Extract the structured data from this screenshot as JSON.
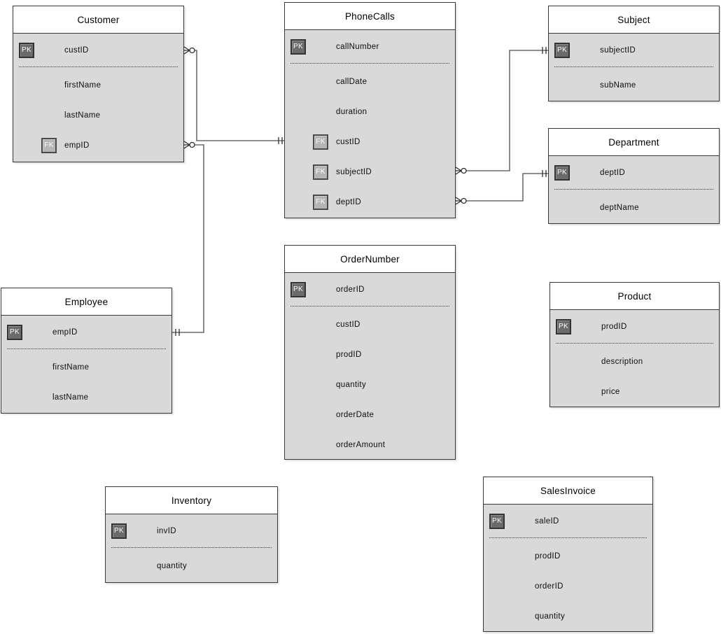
{
  "diagram_type": "entity-relationship-diagram",
  "colors": {
    "background": "#ffffff",
    "table_body": "#d9d9d9",
    "table_header": "#ffffff",
    "table_border": "#383838",
    "connector": "#4d4d4d",
    "pk_badge_bg": "#6b6b6b",
    "fk_badge_bg": "#b5b5b5",
    "badge_text": "#ffffff"
  },
  "tables": [
    {
      "name": "Customer",
      "fields": [
        {
          "key": "PK",
          "label": "custID"
        },
        {
          "label": "firstName"
        },
        {
          "label": "lastName"
        },
        {
          "key": "FK",
          "label": "empID"
        }
      ]
    },
    {
      "name": "PhoneCalls",
      "fields": [
        {
          "key": "PK",
          "label": "callNumber"
        },
        {
          "label": "callDate"
        },
        {
          "label": "duration"
        },
        {
          "key": "FK",
          "label": "custID"
        },
        {
          "key": "FK",
          "label": "subjectID"
        },
        {
          "key": "FK",
          "label": "deptID"
        }
      ]
    },
    {
      "name": "Subject",
      "fields": [
        {
          "key": "PK",
          "label": "subjectID"
        },
        {
          "label": "subName"
        }
      ]
    },
    {
      "name": "Department",
      "fields": [
        {
          "key": "PK",
          "label": "deptID"
        },
        {
          "label": "deptName"
        }
      ]
    },
    {
      "name": "Employee",
      "fields": [
        {
          "key": "PK",
          "label": "empID"
        },
        {
          "label": "firstName"
        },
        {
          "label": "lastName"
        }
      ]
    },
    {
      "name": "OrderNumber",
      "fields": [
        {
          "key": "PK",
          "label": "orderID"
        },
        {
          "label": "custID"
        },
        {
          "label": "prodID"
        },
        {
          "label": "quantity"
        },
        {
          "label": "orderDate"
        },
        {
          "label": "orderAmount"
        }
      ]
    },
    {
      "name": "Product",
      "fields": [
        {
          "key": "PK",
          "label": "prodID"
        },
        {
          "label": "description"
        },
        {
          "label": "price"
        }
      ]
    },
    {
      "name": "Inventory",
      "fields": [
        {
          "key": "PK",
          "label": "invID"
        },
        {
          "label": "quantity"
        }
      ]
    },
    {
      "name": "SalesInvoice",
      "fields": [
        {
          "key": "PK",
          "label": "saleID"
        },
        {
          "label": "prodID"
        },
        {
          "label": "orderID"
        },
        {
          "label": "quantity"
        }
      ]
    }
  ],
  "relationships": [
    {
      "from": "Customer.custID",
      "to": "PhoneCalls.custID",
      "from_symbol": "zero-or-many (crow's foot + circle)",
      "to_symbol": "one-and-only-one (double tick)"
    },
    {
      "from": "Customer.empID",
      "to": "Employee.empID",
      "from_symbol": "zero-or-many (crow's foot + circle)",
      "to_symbol": "one-and-only-one (double tick)"
    },
    {
      "from": "PhoneCalls.subjectID",
      "to": "Subject.subjectID",
      "from_symbol": "zero-or-many (crow's foot + circle)",
      "to_symbol": "one-and-only-one (double tick)"
    },
    {
      "from": "PhoneCalls.deptID",
      "to": "Department.deptID",
      "from_symbol": "zero-or-many (crow's foot + circle)",
      "to_symbol": "one-and-only-one (double tick)"
    }
  ]
}
